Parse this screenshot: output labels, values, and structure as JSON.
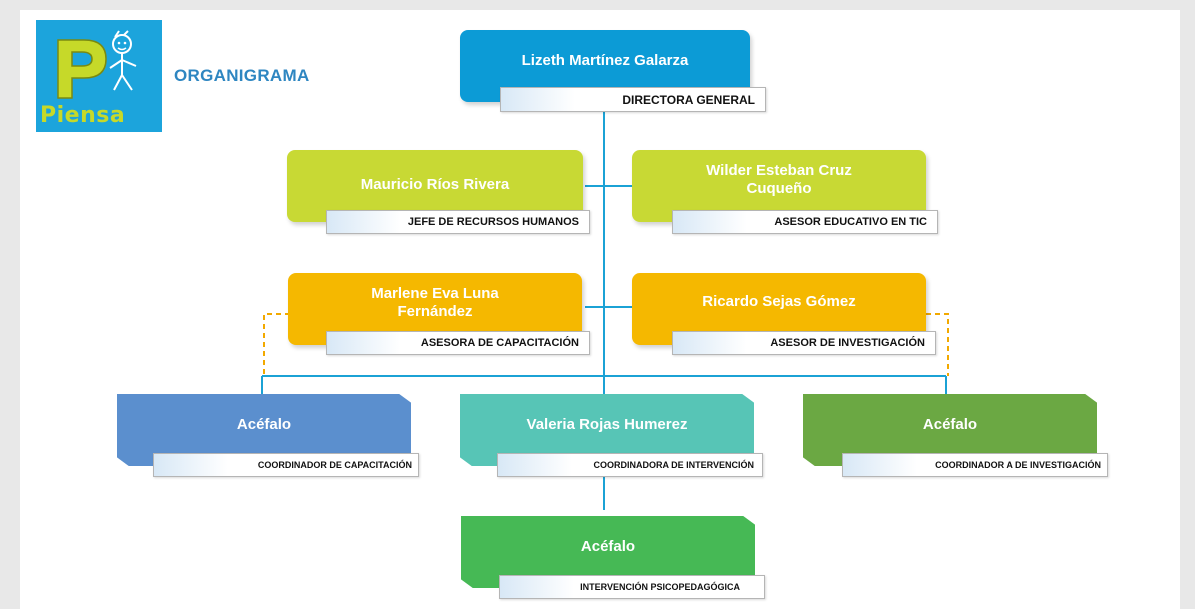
{
  "header": {
    "logo_text": "Piensa",
    "title": "ORGANIGRAMA"
  },
  "colors": {
    "logo_bg": "#1ca4dc",
    "logo_word": "#c6d929",
    "director": "#0c9bd6",
    "level2": "#c8d934",
    "level3": "#f5b800",
    "coord_blue": "#5b8fce",
    "coord_teal": "#57c5b6",
    "coord_green": "#6ba843",
    "bottom_green": "#46b955",
    "line_blue": "#1ba2d5",
    "line_orange": "#f2a900"
  },
  "nodes": {
    "director": {
      "name": "Lizeth Martínez Galarza",
      "role": "DIRECTORA GENERAL"
    },
    "hr": {
      "name": "Mauricio Ríos Rivera",
      "role": "JEFE DE RECURSOS HUMANOS"
    },
    "tic": {
      "name": "Wilder Esteban Cruz Cuqueño",
      "role": "ASESOR EDUCATIVO EN TIC"
    },
    "capacitacion": {
      "name": "Marlene Eva Luna Fernández",
      "role": "ASESORA DE CAPACITACIÓN"
    },
    "investigacion": {
      "name": "Ricardo Sejas Gómez",
      "role": "ASESOR DE INVESTIGACIÓN"
    },
    "coord_cap": {
      "name": "Acéfalo",
      "role": "COORDINADOR DE CAPACITACIÓN"
    },
    "coord_int": {
      "name": "Valeria Rojas Humerez",
      "role": "COORDINADORA DE INTERVENCIÓN"
    },
    "coord_inv": {
      "name": "Acéfalo",
      "role": "COORDINADOR A DE INVESTIGACIÓN"
    },
    "psico": {
      "name": "Acéfalo",
      "role": "INTERVENCIÓN PSICOPEDAGÓGICA"
    }
  }
}
